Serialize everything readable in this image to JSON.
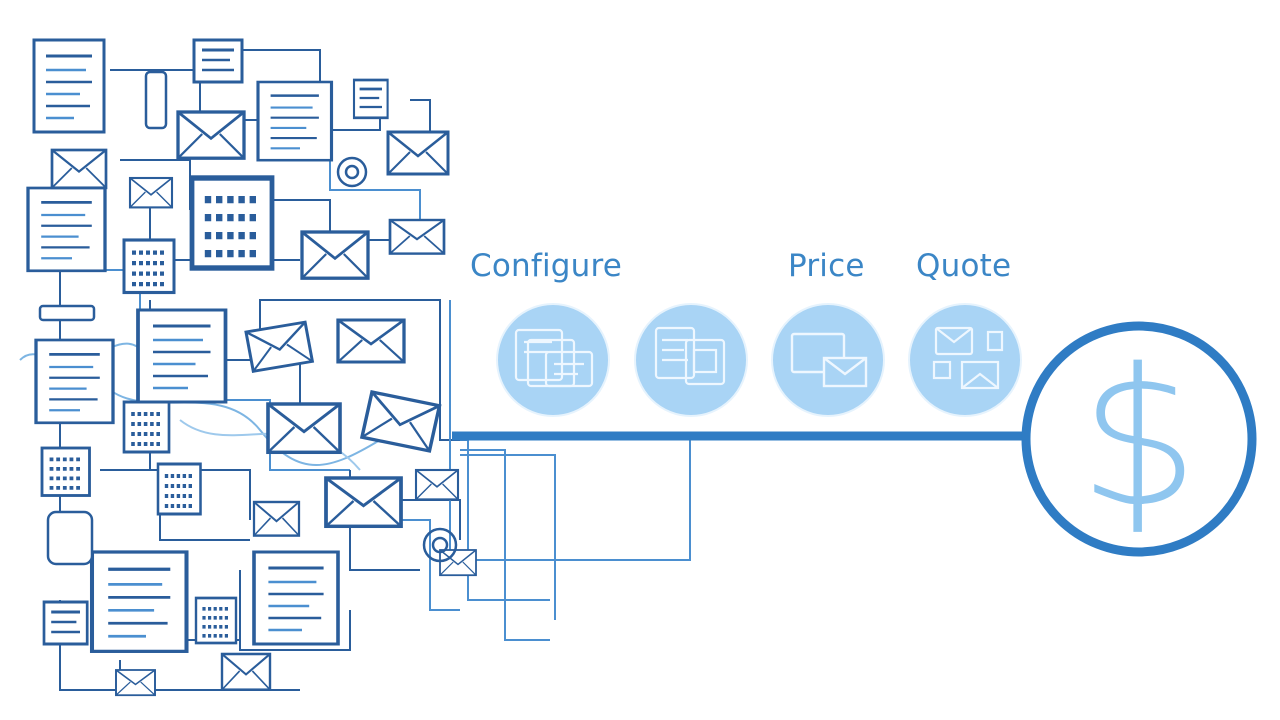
{
  "stages": [
    {
      "label": "Configure",
      "icon": "document-stack-icon"
    },
    {
      "label": "",
      "icon": "document-panel-icon"
    },
    {
      "label": "Price",
      "icon": "monitor-mail-icon"
    },
    {
      "label": "Quote",
      "icon": "mail-grid-icon"
    }
  ],
  "result": {
    "symbol": "$",
    "icon": "dollar-circle-icon"
  },
  "colors": {
    "line": "#2f7cc4",
    "sketch": "#2a5d9b",
    "badge_fill": "#a9d4f5",
    "badge_stroke": "#e6f3fd",
    "dollar": "#8fc6ef",
    "label": "#3b86c6"
  }
}
